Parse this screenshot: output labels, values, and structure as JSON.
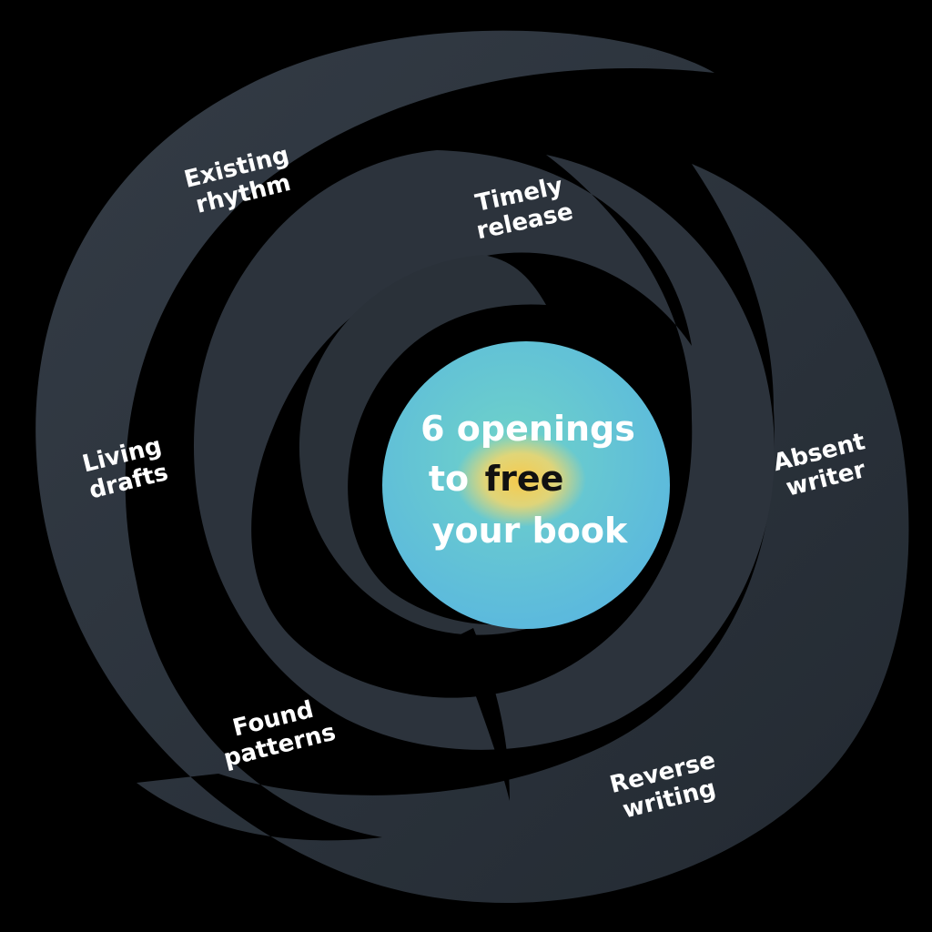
{
  "center": {
    "line1": "6 openings",
    "line2_prefix": "to",
    "line2_highlight": "free",
    "line3": "your book"
  },
  "labels": {
    "existing_rhythm": [
      "Existing",
      "rhythm"
    ],
    "timely_release": [
      "Timely",
      "release"
    ],
    "living_drafts": [
      "Living",
      "drafts"
    ],
    "absent_writer": [
      "Absent",
      "writer"
    ],
    "found_patterns": [
      "Found",
      "patterns"
    ],
    "reverse_writing": [
      "Reverse",
      "writing"
    ]
  },
  "colors": {
    "background": "#000000",
    "spiral": "#2b323b",
    "spiral_edge": "#3a434d",
    "center_teal": "#5cc8cf",
    "center_blue": "#5db9dd",
    "glow": "#f5c842",
    "label_text": "#ffffff",
    "highlight_text": "#111111"
  }
}
